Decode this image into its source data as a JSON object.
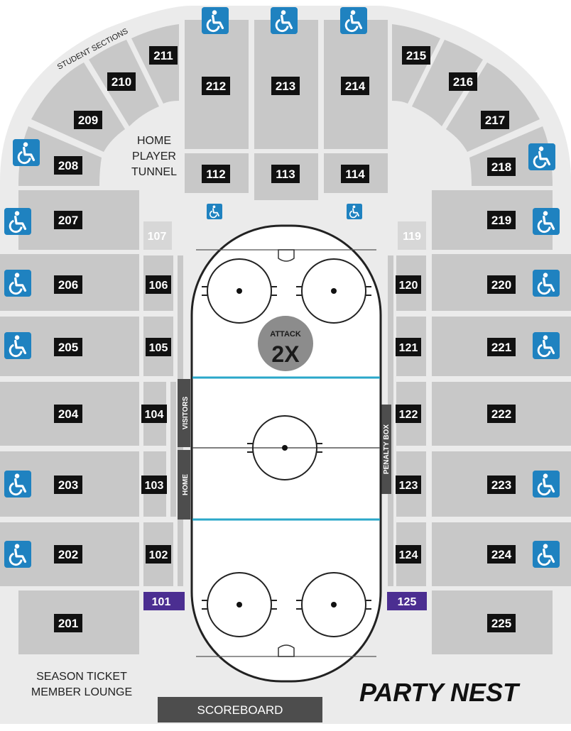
{
  "title": "",
  "colors": {
    "concourse": "#ebebeb",
    "section": "#c8c8c8",
    "section_light": "#d7d7d7",
    "label_bg": "#111111",
    "label_text": "#ffffff",
    "club": "#4b2e91",
    "accessible": "#1f82c0",
    "scoreboard": "#4d4d4d",
    "ice_line": "#222222",
    "blue_line": "#2aa7c9",
    "attack_badge": "#8c8c8c"
  },
  "sections": {
    "s101": "101",
    "s102": "102",
    "s103": "103",
    "s104": "104",
    "s105": "105",
    "s106": "106",
    "s107": "107",
    "s112": "112",
    "s113": "113",
    "s114": "114",
    "s119": "119",
    "s120": "120",
    "s121": "121",
    "s122": "122",
    "s123": "123",
    "s124": "124",
    "s125": "125",
    "s201": "201",
    "s202": "202",
    "s203": "203",
    "s204": "204",
    "s205": "205",
    "s206": "206",
    "s207": "207",
    "s208": "208",
    "s209": "209",
    "s210": "210",
    "s211": "211",
    "s212": "212",
    "s213": "213",
    "s214": "214",
    "s215": "215",
    "s216": "216",
    "s217": "217",
    "s218": "218",
    "s219": "219",
    "s220": "220",
    "s221": "221",
    "s222": "222",
    "s223": "223",
    "s224": "224",
    "s225": "225"
  },
  "labels": {
    "student_sections": "STUDENT SECTIONS",
    "tunnel_line1": "HOME",
    "tunnel_line2": "PLAYER",
    "tunnel_line3": "TUNNEL",
    "attack_line1": "ATTACK",
    "attack_line2": "2X",
    "visitors_bench": "VISITORS",
    "home_bench": "HOME",
    "penalty_box": "PENALTY BOX",
    "lounge_line1": "SEASON TICKET",
    "lounge_line2": "MEMBER LOUNGE",
    "party_nest": "PARTY NEST",
    "scoreboard": "SCOREBOARD"
  },
  "icons": {
    "accessible": "wheelchair-icon"
  }
}
